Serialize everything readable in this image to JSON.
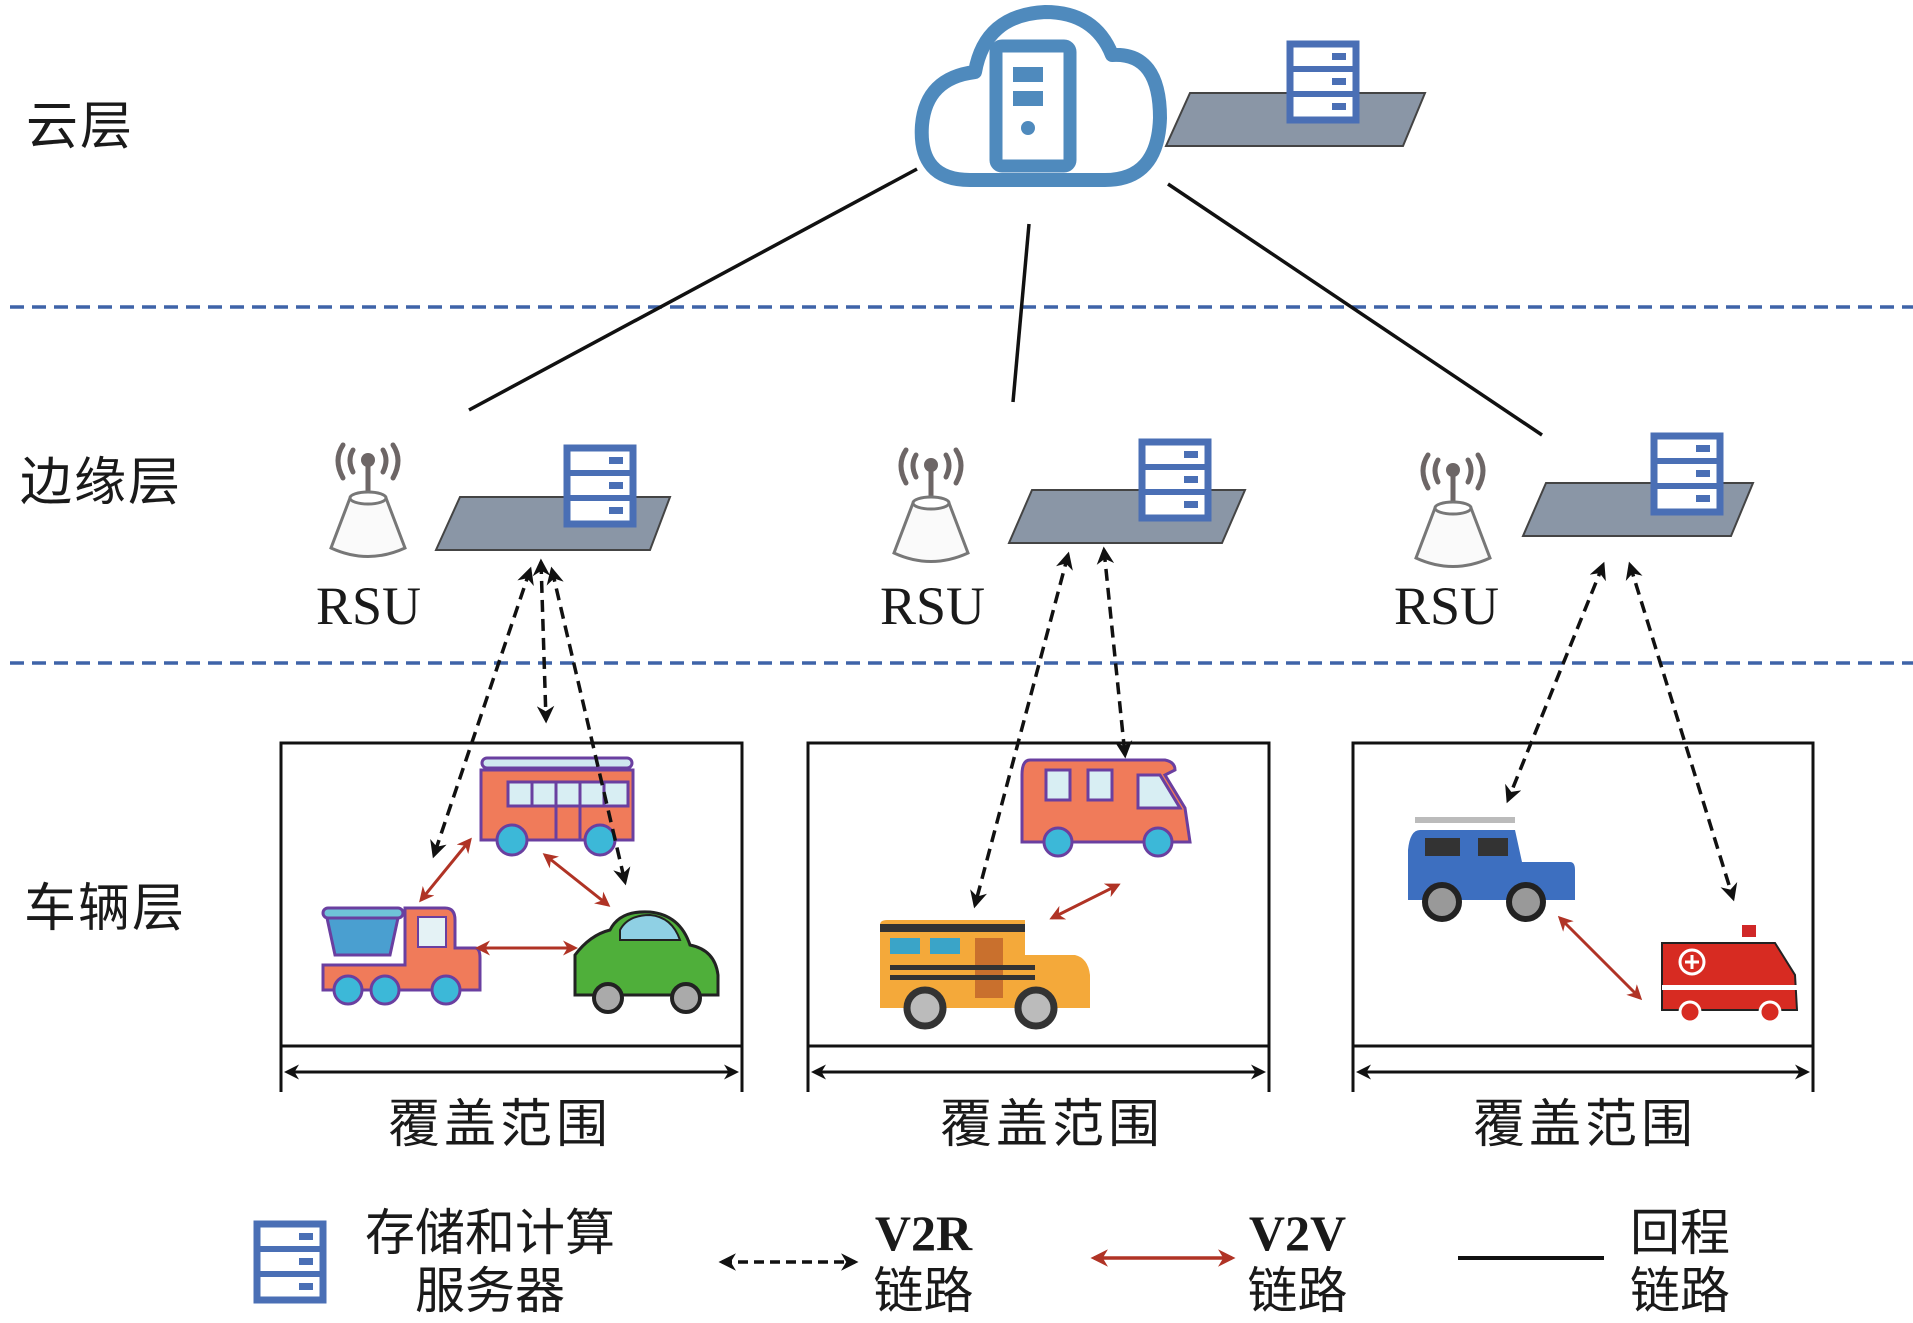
{
  "layers": {
    "cloud": "云层",
    "edge": "边缘层",
    "vehicle": "车辆层"
  },
  "rsu_label": "RSU",
  "rsu_count": 3,
  "coverage_label": "覆盖范围",
  "cells": [
    {
      "vehicles": [
        "bus",
        "dump-truck",
        "green-car"
      ]
    },
    {
      "vehicles": [
        "camper-van",
        "school-bus"
      ]
    },
    {
      "vehicles": [
        "blue-suv",
        "ambulance"
      ]
    }
  ],
  "legend": {
    "server": {
      "line1": "存储和计算",
      "line2": "服务器"
    },
    "v2r": {
      "line1": "V2R",
      "line2": "链路"
    },
    "v2v": {
      "line1": "V2V",
      "line2": "链路"
    },
    "backhaul": {
      "line1": "回程",
      "line2": "链路"
    }
  },
  "colors": {
    "divider": "#3e63a8",
    "cloud": "#4f8abd",
    "server": "#4a6fb5",
    "platform": "#8a96a6",
    "v2v": "#b03325",
    "v2r": "#111111",
    "backhaul": "#111111"
  }
}
